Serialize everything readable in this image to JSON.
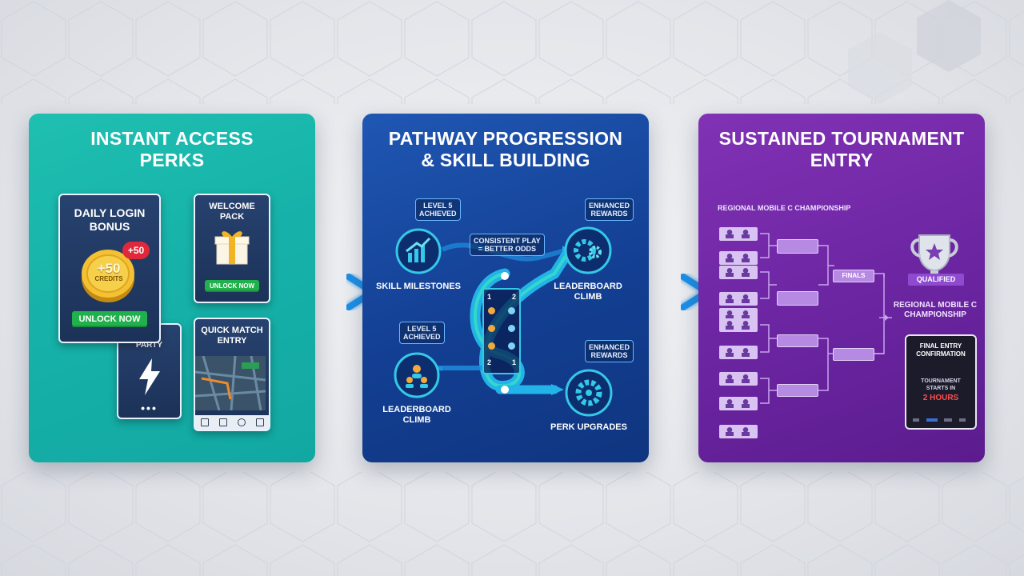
{
  "panels": {
    "instant": {
      "title_line1": "INSTANT ACCESS",
      "title_line2": "PERKS",
      "daily": {
        "title_line1": "DAILY LOGIN",
        "title_line2": "BONUS",
        "badge": "+50",
        "coin_value": "+50",
        "coin_unit": "CREDITS",
        "button": "UNLOCK NOW"
      },
      "welcome": {
        "title_line1": "WELCOME",
        "title_line2": "PACK",
        "button": "UNLOCK NOW"
      },
      "quickmatch": {
        "title_line1": "QUICK MATCH",
        "title_line2": "ENTRY"
      },
      "party": {
        "title_line1": "PARTY",
        "dots": "•••"
      }
    },
    "pathway": {
      "title_line1": "PATHWAY PROGRESSION",
      "title_line2": "& SKILL BUILDING",
      "tags": {
        "level5_top_line1": "LEVEL 5",
        "level5_top_line2": "ACHIEVED",
        "enhanced_top_line1": "ENHANCED",
        "enhanced_top_line2": "REWARDS",
        "consistent_line1": "CONSISTENT PLAY",
        "consistent_line2": "= BETTER ODDS",
        "level5_bottom_line1": "LEVEL 5",
        "level5_bottom_line2": "ACHIEVED",
        "enhanced_bottom_line1": "ENHANCED",
        "enhanced_bottom_line2": "REWARDS"
      },
      "nodes": {
        "skill": "SKILL MILESTONES",
        "leaderboard_right_line1": "LEADERBOARD",
        "leaderboard_right_line2": "CLIMB",
        "leaderboard_left_line1": "LEADERBOARD",
        "leaderboard_left_line2": "CLIMB",
        "perk": "PERK UPGRADES"
      },
      "ranks": {
        "r1": "1",
        "r2": "2",
        "r3": "2",
        "r4": "1"
      }
    },
    "tournament": {
      "title_line1": "SUSTAINED TOURNAMENT",
      "title_line2": "ENTRY",
      "header": "REGIONAL MOBILE C CHAMPIONSHIP",
      "semifinal_label": "FINALS",
      "qualified": "QUALIFIED",
      "champ_line1": "REGIONAL MOBILE C",
      "champ_line2": "CHAMPIONSHIP",
      "confirm": {
        "title_line1": "FINAL ENTRY",
        "title_line2": "CONFIRMATION",
        "body_line1": "TOURNAMENT",
        "body_line2": "STARTS IN",
        "time": "2 HOURS"
      }
    }
  },
  "colors": {
    "teal": "#16b2a9",
    "blue": "#133f93",
    "purple": "#6b25a1",
    "arrow": "#4fd2ff",
    "green": "#21b14c"
  }
}
